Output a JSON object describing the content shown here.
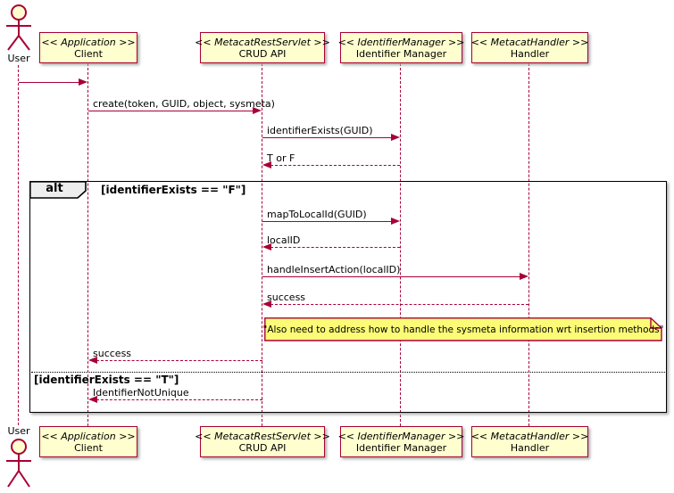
{
  "diagram_type": "uml-sequence-diagram",
  "colors": {
    "participant_fill": "#FEFECE",
    "participant_border": "#A80036",
    "message_line": "#A80036",
    "note_fill": "#FBFB77",
    "frame_border": "#000000",
    "frame_label_fill": "#EEEEEE"
  },
  "actors": {
    "top_label": "User",
    "bottom_label": "User"
  },
  "participants": [
    {
      "stereotype": "<< Application >>",
      "name": "Client"
    },
    {
      "stereotype": "<< MetacatRestServlet >>",
      "name": "CRUD API"
    },
    {
      "stereotype": "<< IdentifierManager >>",
      "name": "Identifier Manager"
    },
    {
      "stereotype": "<< MetacatHandler >>",
      "name": "Handler"
    }
  ],
  "messages": [
    {
      "from": "User",
      "to": "Client",
      "label": "",
      "style": "solid"
    },
    {
      "from": "Client",
      "to": "CRUD API",
      "label": "create(token, GUID, object, sysmeta)",
      "style": "solid"
    },
    {
      "from": "CRUD API",
      "to": "Identifier Manager",
      "label": "identifierExists(GUID)",
      "style": "solid"
    },
    {
      "from": "Identifier Manager",
      "to": "CRUD API",
      "label": "T or F",
      "style": "dashed"
    },
    {
      "from": "CRUD API",
      "to": "Identifier Manager",
      "label": "mapToLocalId(GUID)",
      "style": "solid"
    },
    {
      "from": "Identifier Manager",
      "to": "CRUD API",
      "label": "localID",
      "style": "dashed"
    },
    {
      "from": "CRUD API",
      "to": "Handler",
      "label": "handleInsertAction(localID)",
      "style": "solid"
    },
    {
      "from": "Handler",
      "to": "CRUD API",
      "label": "success",
      "style": "dashed"
    },
    {
      "from": "CRUD API",
      "to": "Client",
      "label": "success",
      "style": "dashed"
    },
    {
      "from": "CRUD API",
      "to": "Client",
      "label": "IdentifierNotUnique",
      "style": "dashed"
    }
  ],
  "alt_frame": {
    "operator": "alt",
    "condition_if": "[identifierExists == \"F\"]",
    "condition_else": "[identifierExists == \"T\"]"
  },
  "note": {
    "text": "\"Also need to address how to handle the sysmeta information wrt insertion methods\""
  }
}
